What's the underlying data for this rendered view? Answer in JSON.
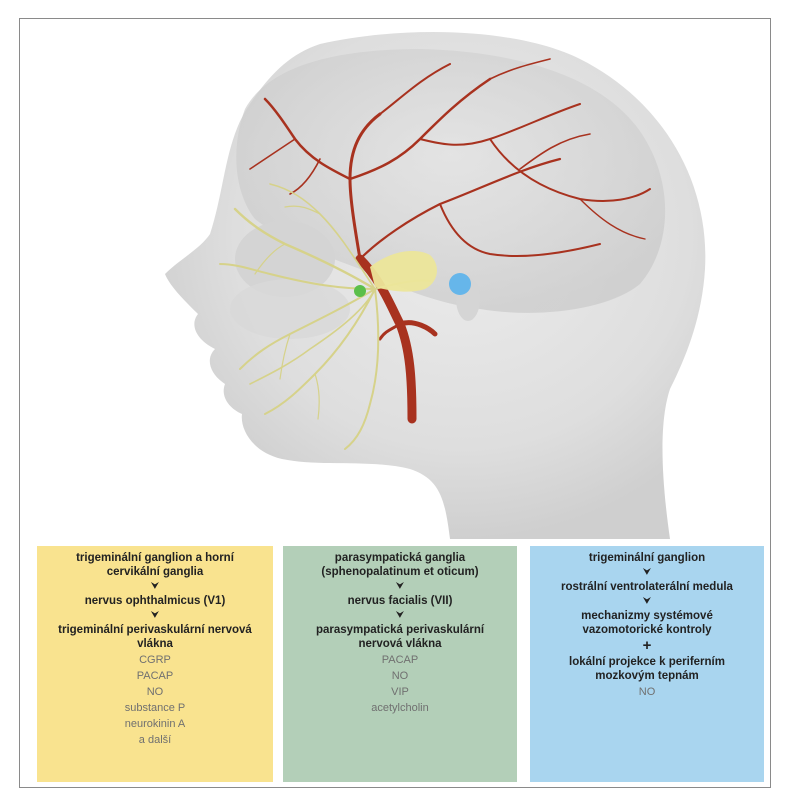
{
  "colors": {
    "box_yellow": "#f9e38f",
    "box_green": "#b3cfb8",
    "box_blue": "#a9d5ef",
    "nerve": "#d6d28a",
    "artery": "#a8321f",
    "ganglion_dot": "#5bbf4a",
    "blue_dot": "#66b6ea"
  },
  "boxes": [
    {
      "items": [
        "trigeminální ganglion a horní cervikální ganglia",
        "nervus ophthalmicus (V1)",
        "trigeminální perivaskulární nervová vlákna"
      ],
      "substances": [
        "CGRP",
        "PACAP",
        "NO",
        "substance P",
        "neurokinin A",
        "a další"
      ]
    },
    {
      "items": [
        "parasympatická ganglia (sphenopalatinum et oticum)",
        "nervus facialis (VII)",
        "parasympatická perivaskulární nervová vlákna"
      ],
      "substances": [
        "PACAP",
        "NO",
        "VIP",
        "acetylcholin"
      ]
    },
    {
      "items": [
        "trigeminální ganglion",
        "rostrální ventrolaterální medula",
        "mechanizmy systémové vazomotorické kontroly"
      ],
      "plus": "+",
      "extra": "lokální projekce k periferním mozkovým tepnám",
      "substances": [
        "NO"
      ]
    }
  ]
}
